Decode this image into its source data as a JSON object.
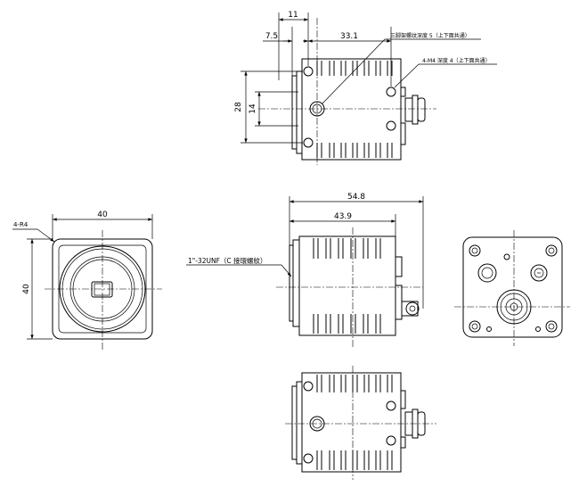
{
  "dimensions": {
    "top_11": "11",
    "top_7_5": "7.5",
    "top_33_1": "33.1",
    "top_28": "28",
    "top_14": "14",
    "side_54_8": "54.8",
    "side_43_9": "43.9",
    "front_40_w": "40",
    "front_40_h": "40",
    "front_r4": "4-R4"
  },
  "annotations": {
    "tripod_hole": "三脚架螺纹深度 5（上下面共通）",
    "m4_hole": "4-M4 深度 4（上下面共通）",
    "lens_mount": "1\"-32UNF（C 接環螺紋）"
  }
}
